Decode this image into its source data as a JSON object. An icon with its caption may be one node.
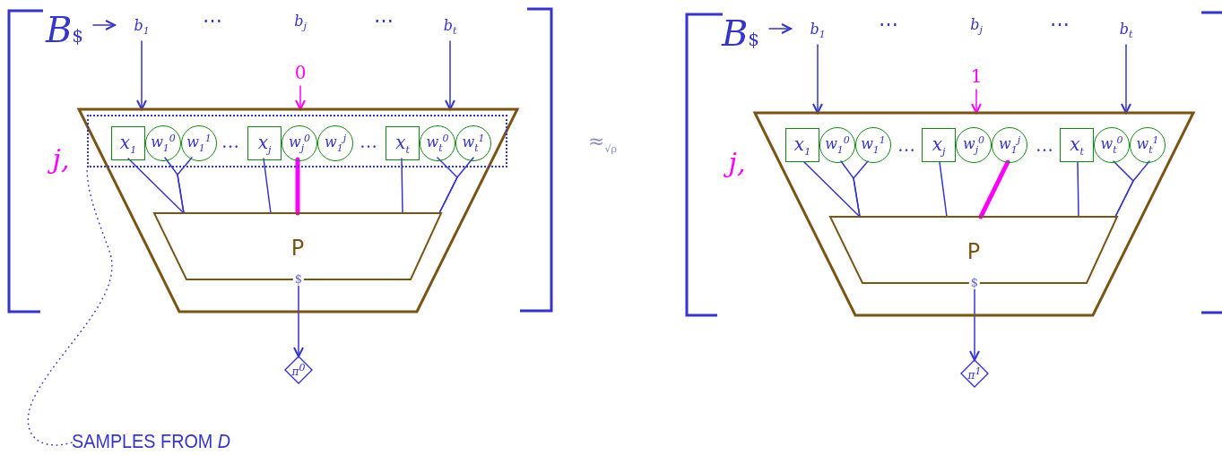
{
  "diagram": {
    "nodes": [
      {
        "text": [
          "B",
          "$"
        ]
      },
      {
        "text": [
          "b$_{1}$"
        ]
      },
      {
        "text": [
          "0"
        ]
      },
      {
        "text": [
          "b$_{t}$"
        ]
      },
      {
        "text": [],
        "shape": "trapezoid"
      },
      {
        "text": [],
        "shape": "box",
        "in": 4
      },
      {
        "text": [
          "x$_{1}$"
        ],
        "in": 5
      },
      {
        "text": [
          "w$_{1}$$^{0}$"
        ],
        "in": 5
      },
      {
        "text": [
          "w$_{1}$$^{1}$"
        ],
        "in": 5
      },
      {
        "text": [
          "x$_{j}$"
        ],
        "in": 5
      },
      {
        "text": [
          "w$_{j}$$^{0}$"
        ],
        "in": 5
      },
      {
        "text": [
          "w$_{1}$$^{j}$"
        ],
        "in": 5
      },
      {
        "text": [
          "x$_{t}$"
        ],
        "in": 5
      },
      {
        "text": [
          "w$_{t}$$^{0}$"
        ],
        "in": 5
      },
      {
        "text": [
          "w$_{t}$$^{1}$"
        ],
        "in": 5
      },
      {
        "text": [
          "P"
        ],
        "in": 4
      },
      {
        "text": [
          "π$^{0}$"
        ]
      },
      {
        "text": [
          "SAMPLES FROM *D*"
        ]
      },
      {
        "text": [
          "B",
          "$"
        ]
      },
      {
        "text": [
          "b$_{1}$"
        ]
      },
      {
        "text": [
          "1"
        ]
      },
      {
        "text": [
          "b$_{t}$"
        ]
      },
      {
        "text": [],
        "shape": "trapezoid"
      },
      {
        "text": [
          "x$_{1}$"
        ],
        "in": 22
      },
      {
        "text": [
          "w$_{1}$$^{0}$"
        ],
        "in": 22
      },
      {
        "text": [
          "w$_{1}$$^{1}$"
        ],
        "in": 22
      },
      {
        "text": [
          "x$_{j}$"
        ],
        "in": 22
      },
      {
        "text": [
          "w$_{j}$$^{0}$"
        ],
        "in": 22
      },
      {
        "text": [
          "w$_{1}$$^{j}$"
        ],
        "in": 22
      },
      {
        "text": [
          "x$_{t}$"
        ],
        "in": 22
      },
      {
        "text": [
          "w$_{t}$$^{0}$"
        ],
        "in": 22
      },
      {
        "text": [
          "w$_{t}$$^{1}$"
        ],
        "in": 22
      },
      {
        "text": [
          "P"
        ],
        "in": 22
      },
      {
        "text": [
          "π$^{1}$"
        ]
      }
    ],
    "edges": [
      {
        "from": 0,
        "to": 1,
        "arrow": "to"
      },
      {
        "from": 1,
        "to": 4,
        "arrow": "to"
      },
      {
        "from": 2,
        "to": 4,
        "arrow": "to",
        "color": "#ff00ff"
      },
      {
        "from": 3,
        "to": 4,
        "arrow": "to"
      },
      {
        "from": 6,
        "to": 15,
        "arrow": "none"
      },
      {
        "from": 7,
        "to": 15,
        "arrow": "none"
      },
      {
        "from": 8,
        "to": 15,
        "arrow": "none"
      },
      {
        "from": 9,
        "to": 15,
        "arrow": "none"
      },
      {
        "from": 10,
        "to": 15,
        "arrow": "none",
        "style": "thick",
        "color": "#ff00ff"
      },
      {
        "from": 12,
        "to": 15,
        "arrow": "none"
      },
      {
        "from": 13,
        "to": 15,
        "arrow": "none"
      },
      {
        "from": 14,
        "to": 15,
        "arrow": "none"
      },
      {
        "from": 15,
        "to": 16,
        "arrow": "to",
        "label": "$"
      },
      {
        "from": 17,
        "to": 5,
        "arrow": "none",
        "style": "dashed"
      },
      {
        "from": 18,
        "to": 19,
        "arrow": "to"
      },
      {
        "from": 19,
        "to": 22,
        "arrow": "to"
      },
      {
        "from": 20,
        "to": 22,
        "arrow": "to",
        "color": "#ff00ff"
      },
      {
        "from": 21,
        "to": 22,
        "arrow": "to"
      },
      {
        "from": 23,
        "to": 32,
        "arrow": "none"
      },
      {
        "from": 24,
        "to": 32,
        "arrow": "none"
      },
      {
        "from": 25,
        "to": 32,
        "arrow": "none"
      },
      {
        "from": 26,
        "to": 32,
        "arrow": "none"
      },
      {
        "from": 28,
        "to": 32,
        "arrow": "none",
        "style": "thick",
        "color": "#ff00ff"
      },
      {
        "from": 29,
        "to": 32,
        "arrow": "none"
      },
      {
        "from": 30,
        "to": 32,
        "arrow": "none"
      },
      {
        "from": 31,
        "to": 32,
        "arrow": "none"
      },
      {
        "from": 32,
        "to": 33,
        "arrow": "to",
        "label": "$"
      }
    ],
    "labels": [
      "⋯",
      "b$_{j}$",
      "⋯",
      "…",
      "…",
      "j,",
      "≈$_{√ρ}$",
      "⋯",
      "b$_{j}$",
      "⋯",
      "…",
      "…",
      "j,"
    ]
  }
}
